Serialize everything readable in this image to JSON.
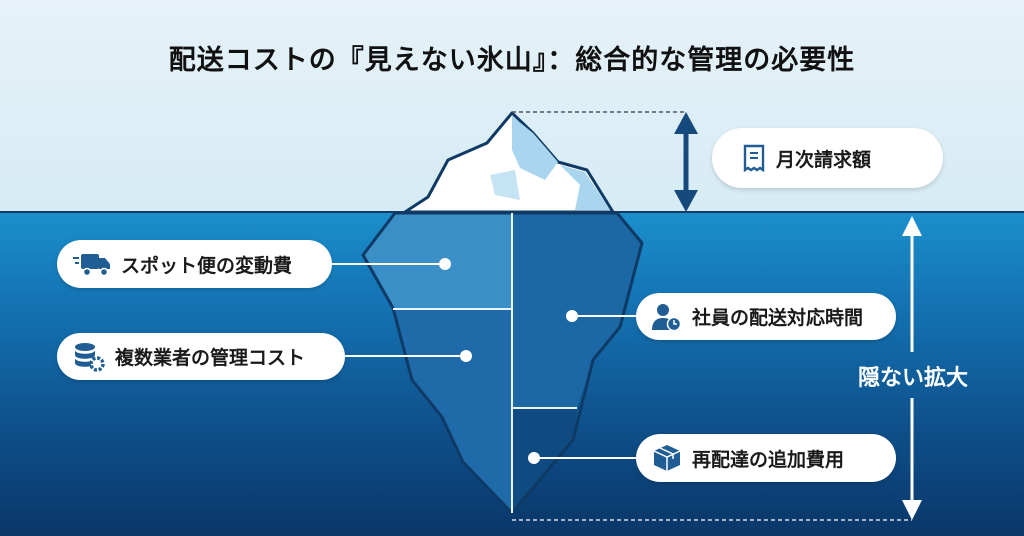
{
  "title": "配送コストの『見えない氷山』：総合的な管理の必要性",
  "visible_cost": {
    "label": "月次請求額",
    "icon": "receipt-icon"
  },
  "hidden_costs": [
    {
      "label": "スポット便の変動費",
      "icon": "truck-icon"
    },
    {
      "label": "複数業者の管理コスト",
      "icon": "database-gear-icon"
    },
    {
      "label": "社員の配送対応時間",
      "icon": "person-clock-icon"
    },
    {
      "label": "再配達の追加費用",
      "icon": "box-icon"
    }
  ],
  "hidden_growth_label": "隠ない拡大",
  "colors": {
    "sky": "#dcedf5",
    "water_top": "#1b8fcb",
    "water_bottom": "#0a3768",
    "outline": "#0f3a66",
    "arrow_dark": "#174a7c"
  }
}
